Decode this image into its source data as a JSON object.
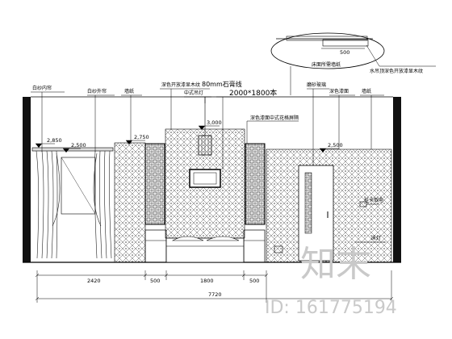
{
  "detail": {
    "dim": "500",
    "label": "床面所需墙纸",
    "note": "水吊顶深色开放漆显木纹"
  },
  "annotations": {
    "curtain_sheer": "白纱内帘",
    "curtain_inner": "白纱外帘",
    "wallpaper_left": "墙纸",
    "dark_open_paint": "深色开放漆显木纹",
    "gypsum_line": "80mm石膏线",
    "chinese_lamp": "中式吊灯",
    "painting_size": "2000*1800本",
    "chinese_screen": "深色漆面中式花格屏隔",
    "frosted_glass": "磨砂玻璃",
    "dark_paint_surface": "深色漆面",
    "wallpaper_right": "墙纸",
    "switch_box": "挂卡取电",
    "wall_lamp": "床灯"
  },
  "levels": {
    "l1": "2,850",
    "l2": "2,500",
    "l3": "2,750",
    "l4": "3,000",
    "l5": "2,500"
  },
  "dimensions": {
    "segments": [
      "2420",
      "500",
      "1800",
      "500"
    ],
    "total": "7720"
  },
  "watermark": {
    "logo": "知末",
    "id_text": "ID: 161775194"
  }
}
